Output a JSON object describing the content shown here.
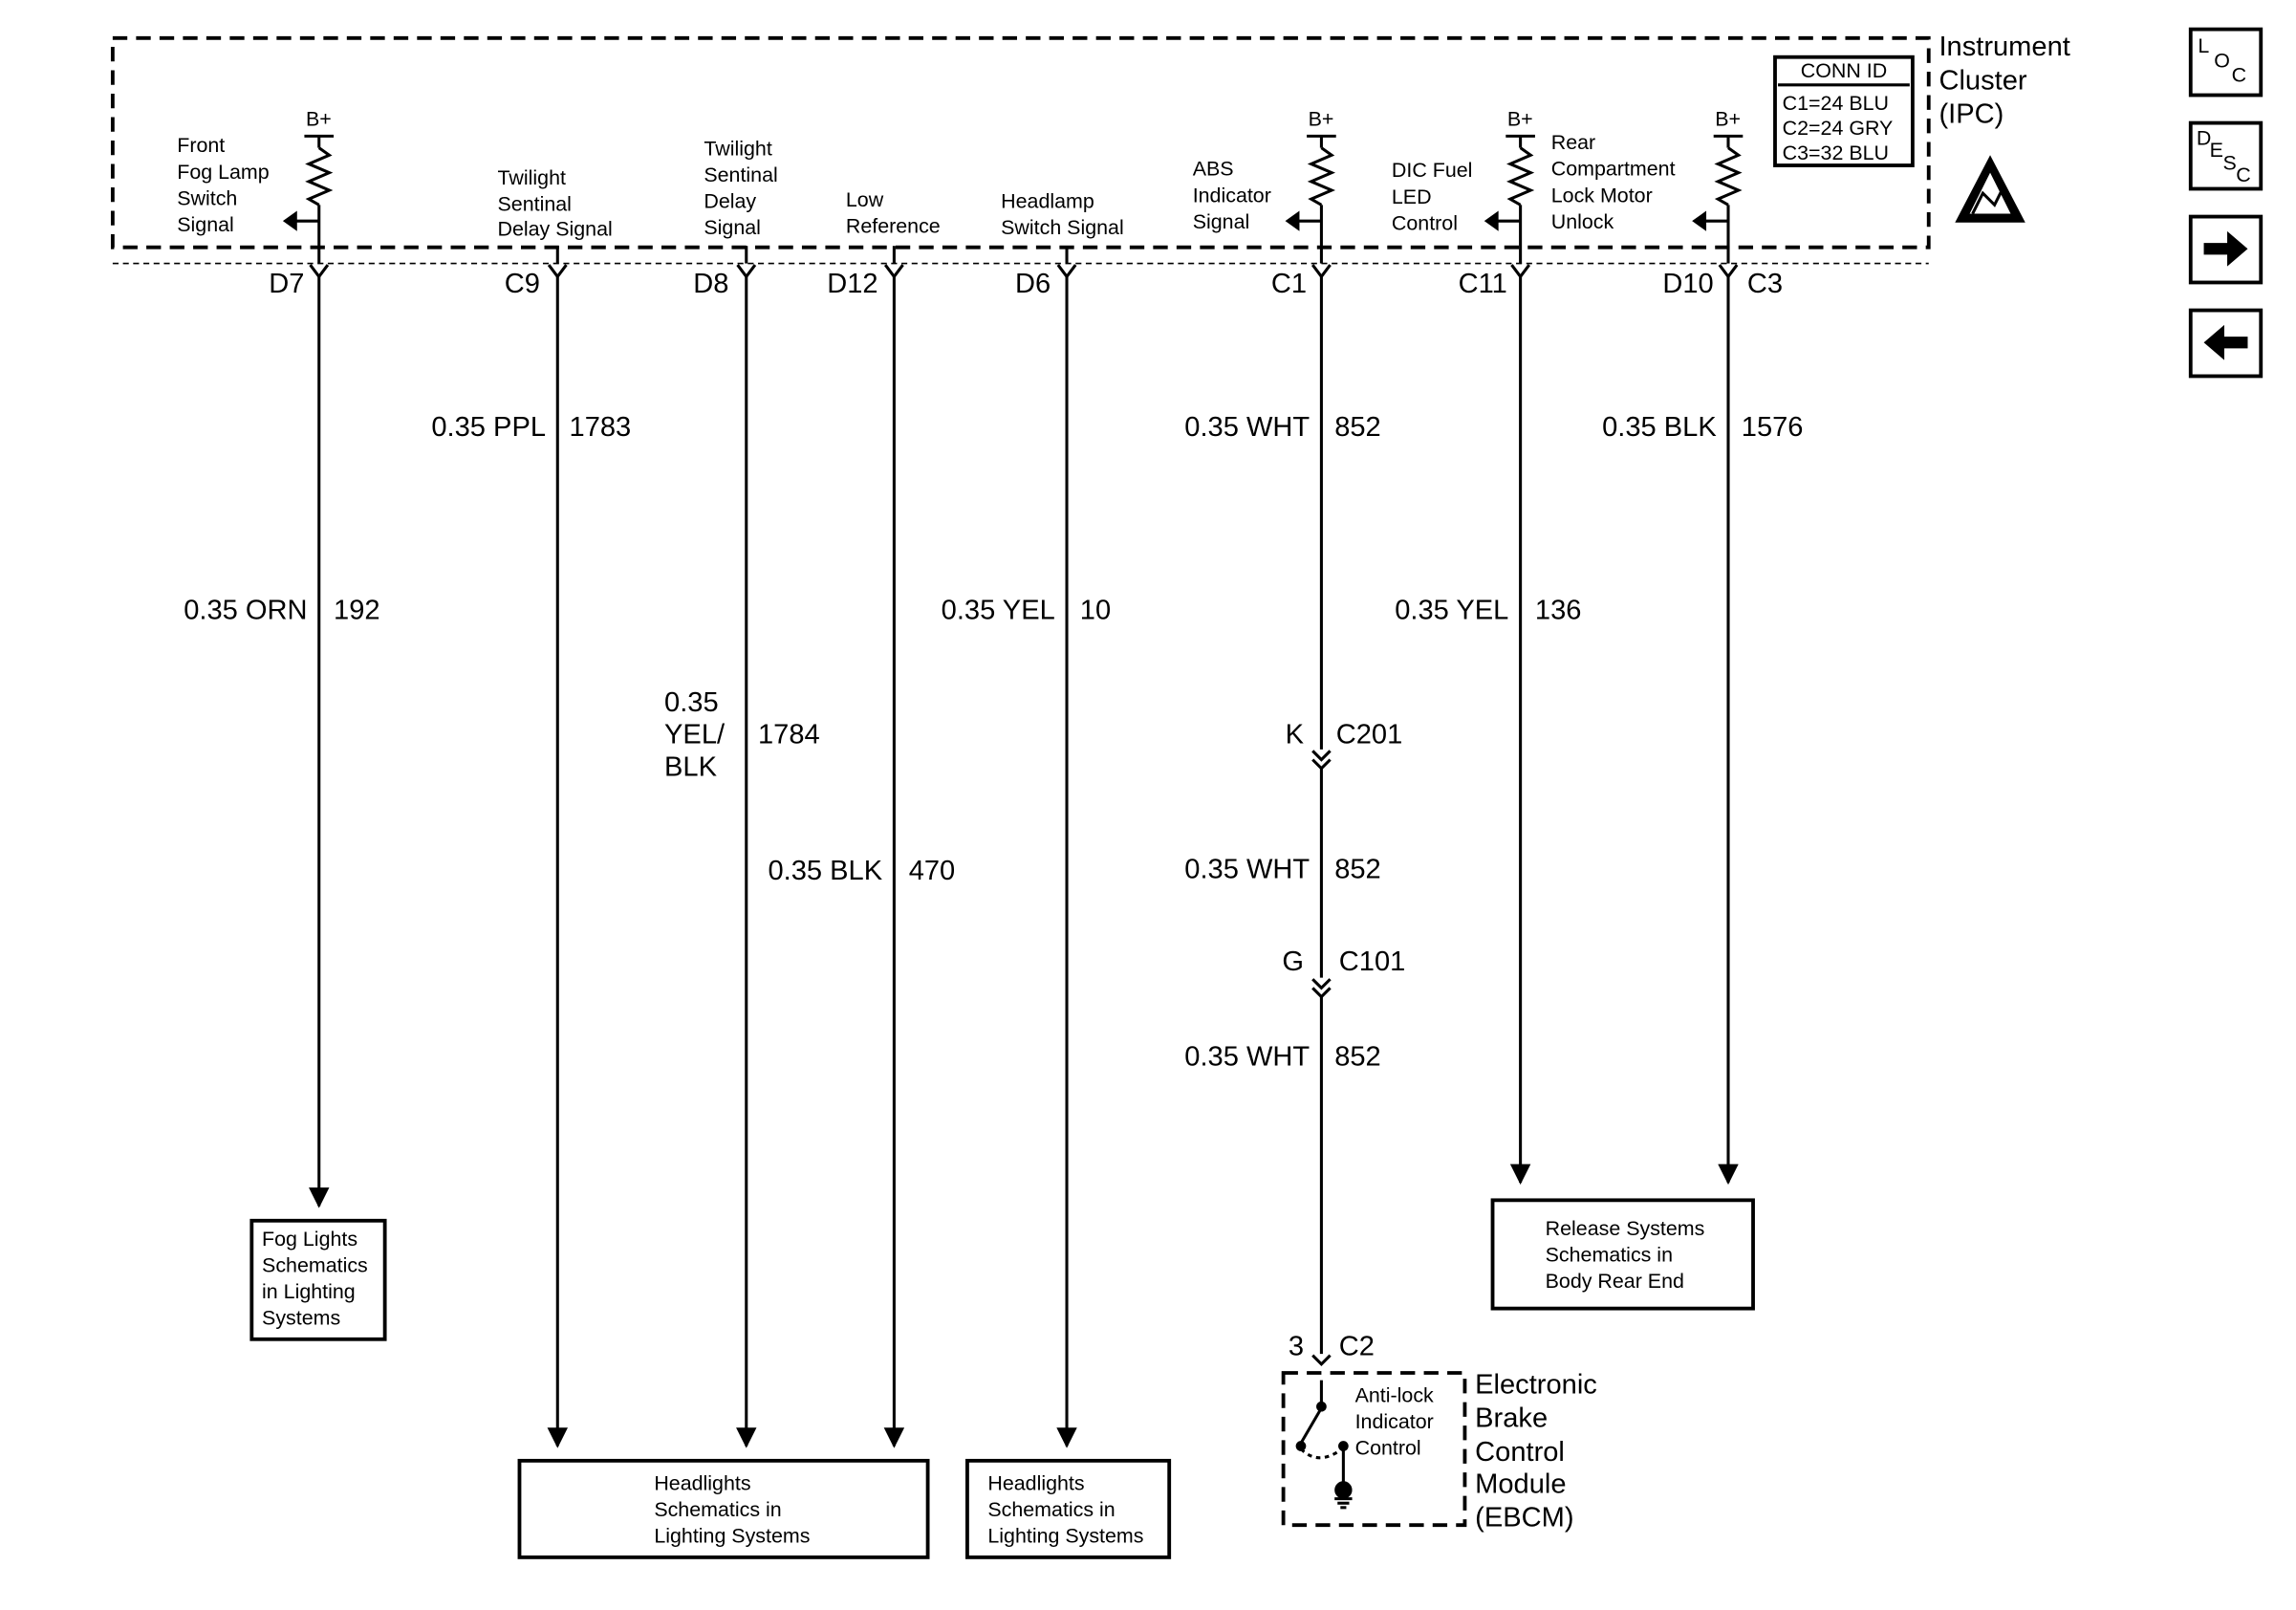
{
  "module": {
    "name": [
      "Instrument",
      "Cluster",
      "(IPC)"
    ],
    "conn_id": {
      "header": "CONN ID",
      "rows": [
        "C1=24 BLU",
        "C2=24 GRY",
        "C3=32 BLU"
      ]
    }
  },
  "supply_label": "B+",
  "nav": {
    "loc": [
      "L",
      "O",
      "C"
    ],
    "desc": [
      "D",
      "E",
      "S",
      "C"
    ]
  },
  "circuits": {
    "fog": {
      "label": [
        "Front",
        "Fog Lamp",
        "Switch",
        "Signal"
      ],
      "pin": "D7",
      "wire": "0.35 ORN",
      "circuit": "192",
      "dest": [
        "Fog Lights",
        "Schematics",
        "in Lighting",
        "Systems"
      ]
    },
    "twilight_c9": {
      "label": [
        "Twilight",
        "Sentinal",
        "Delay Signal"
      ],
      "pin": "C9",
      "wire": "0.35 PPL",
      "circuit": "1783"
    },
    "twilight_d8": {
      "label": [
        "Twilight",
        "Sentinal",
        "Delay",
        "Signal"
      ],
      "pin": "D8",
      "wire": [
        "0.35",
        "YEL/",
        "BLK"
      ],
      "circuit": "1784"
    },
    "low_ref": {
      "label": [
        "Low",
        "Reference"
      ],
      "pin": "D12",
      "wire": "0.35 BLK",
      "circuit": "470"
    },
    "headlamp": {
      "label": [
        "Headlamp",
        "Switch Signal"
      ],
      "pin": "D6",
      "wire": "0.35 YEL",
      "circuit": "10",
      "dest": [
        "Headlights",
        "Schematics in",
        "Lighting Systems"
      ]
    },
    "headlights_group": {
      "dest": [
        "Headlights",
        "Schematics in",
        "Lighting Systems"
      ]
    },
    "abs": {
      "label": [
        "ABS",
        "Indicator",
        "Signal"
      ],
      "pin": "C1",
      "wire": "0.35 WHT",
      "circuit": "852",
      "inline1": {
        "pin": "K",
        "conn": "C201"
      },
      "inline2": {
        "pin": "G",
        "conn": "C101"
      },
      "end": {
        "pin": "3",
        "conn": "C2"
      }
    },
    "dic": {
      "label": [
        "DIC Fuel",
        "LED",
        "Control"
      ],
      "pin": "C11",
      "wire": "0.35 YEL",
      "circuit": "136"
    },
    "rear": {
      "label": [
        "Rear",
        "Compartment",
        "Lock Motor",
        "Unlock"
      ],
      "pin_left": "D10",
      "pin_right": "C3",
      "wire": "0.35 BLK",
      "circuit": "1576",
      "dest": [
        "Release Systems",
        "Schematics in",
        "Body Rear End"
      ]
    }
  },
  "ebcm": {
    "name": [
      "Electronic",
      "Brake",
      "Control",
      "Module",
      "(EBCM)"
    ],
    "inner": [
      "Anti-lock",
      "Indicator",
      "Control"
    ]
  }
}
